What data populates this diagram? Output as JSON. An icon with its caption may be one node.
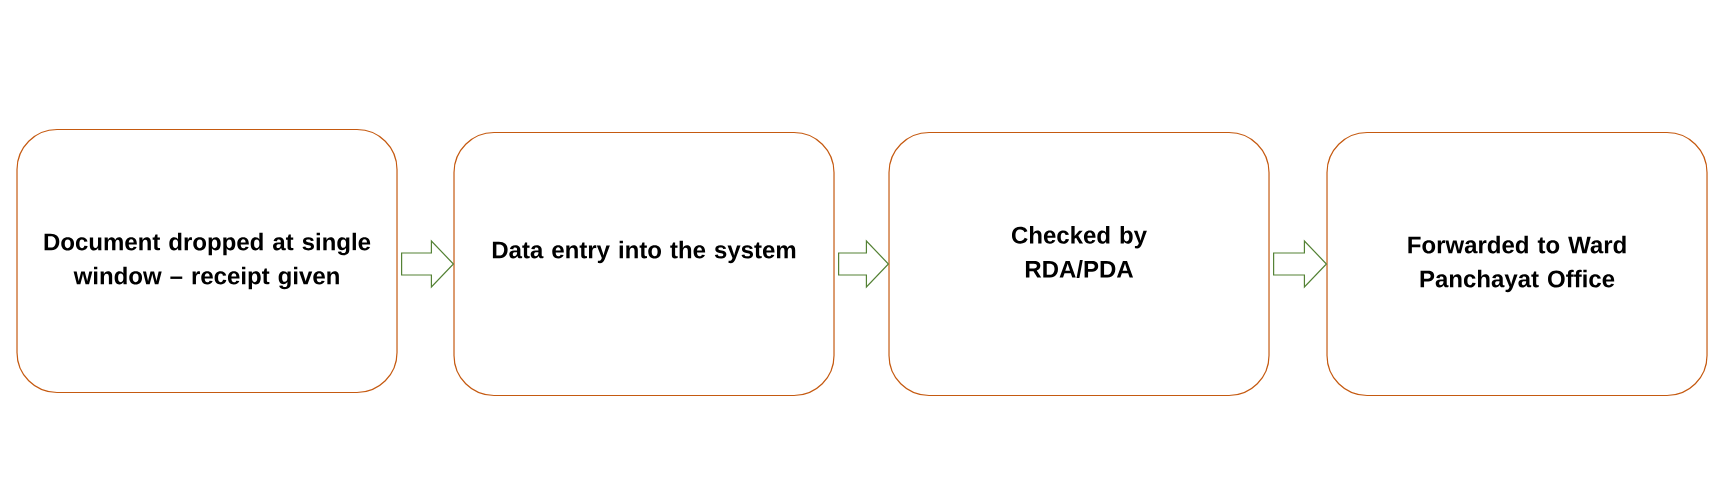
{
  "diagram": {
    "nodes": [
      {
        "text": [
          "Document dropped at single window – receipt given"
        ]
      },
      {
        "text": [
          "Data entry into the system"
        ]
      },
      {
        "text": [
          "Checked by RDA/PDA"
        ]
      },
      {
        "text": [
          "Forwarded to Ward Panchayat Office"
        ]
      }
    ],
    "edges": [
      {
        "from": 0,
        "to": 1,
        "arrow": "to"
      },
      {
        "from": 1,
        "to": 2,
        "arrow": "to"
      },
      {
        "from": 2,
        "to": 3,
        "arrow": "to"
      }
    ]
  }
}
